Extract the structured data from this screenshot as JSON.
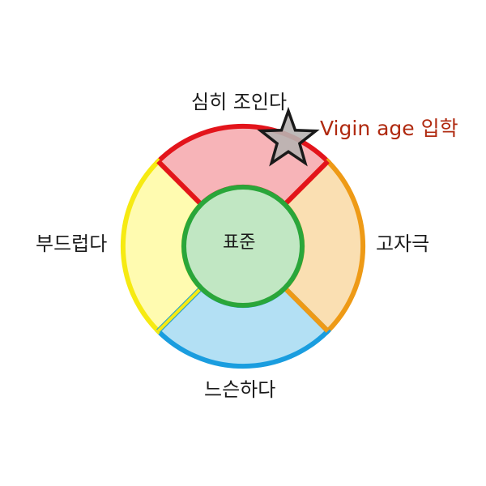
{
  "labels": {
    "top": "심히 조인다",
    "left": "부드럽다",
    "right": "고자극",
    "bottom": "느슨하다",
    "center": "표준"
  },
  "annotation": {
    "text": "Vigin age 입학",
    "color": "#b02a10"
  },
  "segments": {
    "top": {
      "fill": "#f7b4b8",
      "stroke": "#e3141b"
    },
    "right": {
      "fill": "#fadfb2",
      "stroke": "#ee9a16"
    },
    "bottom": {
      "fill": "#b3e0f4",
      "stroke": "#1a9ddf"
    },
    "left": {
      "fill": "#fffbb0",
      "stroke": "#f6ea12"
    },
    "center": {
      "fill": "#c1e7c3",
      "stroke": "#2aa63a"
    }
  },
  "marker": {
    "icon": "star-icon",
    "fill": "#b7b3b1",
    "stroke": "#1a1a1a"
  }
}
